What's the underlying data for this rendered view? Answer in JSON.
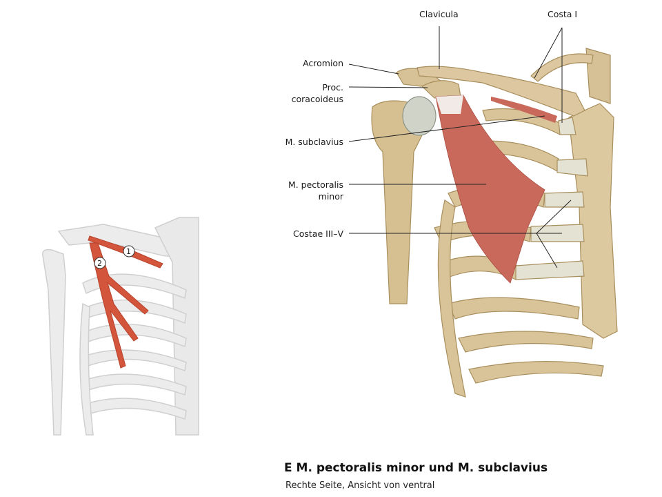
{
  "labels": {
    "clavicula": "Clavicula",
    "costa_i": "Costa I",
    "acromion": "Acromion",
    "proc_line1": "Proc.",
    "proc_line2": "coracoideus",
    "subclavius": "M. subclavius",
    "pectoralis_line1": "M. pectoralis",
    "pectoralis_line2": "minor",
    "costae": "Costae III–V"
  },
  "thumbnail": {
    "markers": [
      "1",
      "2"
    ]
  },
  "caption": {
    "title": "E M. pectoralis minor und M. subclavius",
    "subtitle": "Rechte Seite, Ansicht von ventral"
  },
  "colors": {
    "bone": "#d9c49a",
    "cartilage": "#e4e2d2",
    "muscle": "#c9695c",
    "thumb_bone": "#e6e6e6",
    "thumb_muscle": "#d2553c"
  }
}
